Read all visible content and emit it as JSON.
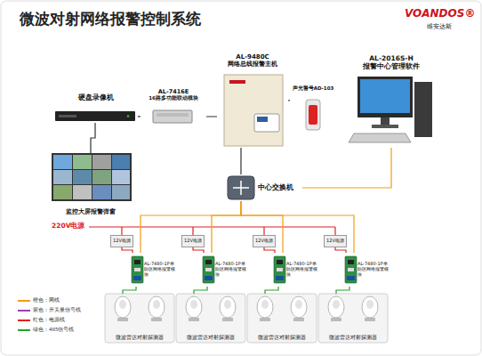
{
  "diagram": {
    "title": "微波对射网络报警控制系统",
    "nodes": [
      {
        "text": [
          "硬盘录像机"
        ]
      },
      {
        "text": [
          "AL-7416E",
          "16路多功能联动模块"
        ]
      },
      {
        "text": [
          "AL-9480C",
          "网络总线报警主机"
        ]
      },
      {
        "text": [
          "声光警号AD-103"
        ]
      },
      {
        "text": [
          "AL-2016S-H",
          "报警中心管理软件"
        ]
      },
      {
        "text": [
          "监控大屏报警弹窗"
        ]
      },
      {
        "text": [
          "中心交换机"
        ]
      },
      {
        "text": [
          "12V电源"
        ]
      },
      {
        "text": [
          "AL-7480-1P单防区网络报警模块"
        ]
      },
      {
        "text": [
          "微波雷达对射探测器"
        ]
      },
      {
        "text": [
          "12V电源"
        ]
      },
      {
        "text": [
          "AL-7480-1P单防区网络报警模块"
        ]
      },
      {
        "text": [
          "微波雷达对射探测器"
        ]
      },
      {
        "text": [
          "12V电源"
        ]
      },
      {
        "text": [
          "AL-7480-1P单防区网络报警模块"
        ]
      },
      {
        "text": [
          "微波雷达对射探测器"
        ]
      },
      {
        "text": [
          "12V电源"
        ]
      },
      {
        "text": [
          "AL-7480-1P单防区网络报警模块"
        ]
      },
      {
        "text": [
          "微波雷达对射探测器"
        ]
      }
    ],
    "edges": [
      {
        "from": 5,
        "to": 0,
        "arrow": "none"
      },
      {
        "from": 0,
        "to": 1,
        "arrow": "none"
      },
      {
        "from": 1,
        "to": 2,
        "arrow": "none"
      },
      {
        "from": 2,
        "to": 3,
        "arrow": "none"
      },
      {
        "from": 2,
        "to": 6,
        "arrow": "none"
      },
      {
        "from": 6,
        "to": 4,
        "arrow": "none"
      },
      {
        "from": 6,
        "to": 8,
        "arrow": "none"
      },
      {
        "from": 6,
        "to": 11,
        "arrow": "none"
      },
      {
        "from": 6,
        "to": 14,
        "arrow": "none"
      },
      {
        "from": 6,
        "to": 17,
        "arrow": "none"
      },
      {
        "from": 7,
        "to": 8,
        "arrow": "none"
      },
      {
        "from": 10,
        "to": 11,
        "arrow": "none"
      },
      {
        "from": 13,
        "to": 14,
        "arrow": "none"
      },
      {
        "from": 16,
        "to": 17,
        "arrow": "none"
      },
      {
        "from": 8,
        "to": 9,
        "arrow": "none"
      },
      {
        "from": 11,
        "to": 12,
        "arrow": "none"
      },
      {
        "from": 14,
        "to": 15,
        "arrow": "none"
      },
      {
        "from": 17,
        "to": 18,
        "arrow": "none"
      }
    ],
    "labels": [
      "220V电源",
      "VOANDOS®",
      "维安达斯"
    ],
    "legend": [
      {
        "text": "橙色：网线",
        "color": "#f39c12"
      },
      {
        "text": "紫色：开关量信号线",
        "color": "#9b3fb5"
      },
      {
        "text": "红色：电源线",
        "color": "#e02020"
      },
      {
        "text": "绿色：485信号线",
        "color": "#2aa02a"
      }
    ]
  }
}
